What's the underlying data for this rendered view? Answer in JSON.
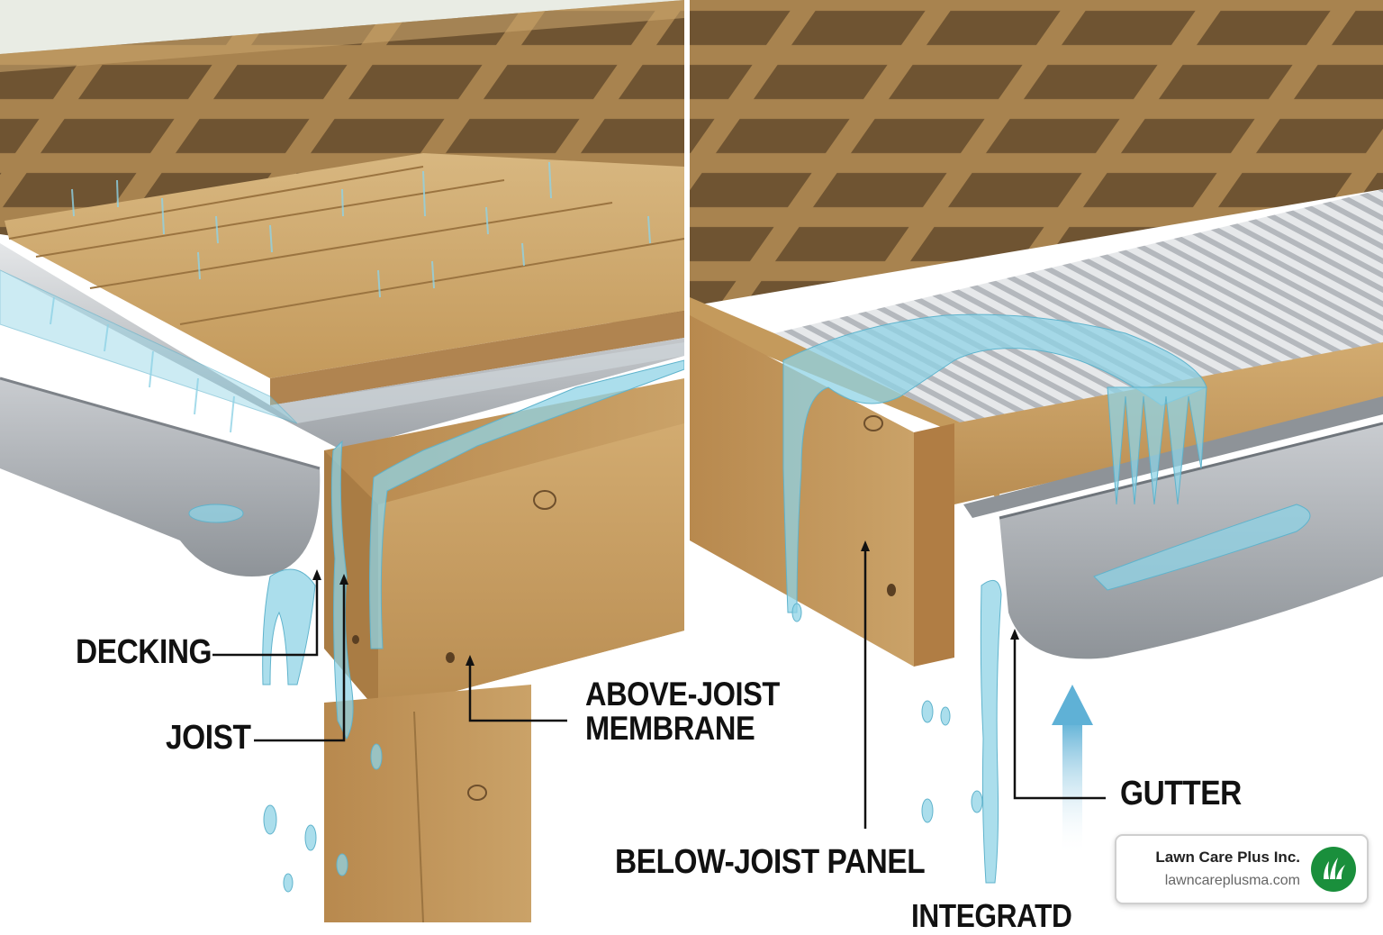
{
  "labels": {
    "decking": "DECKING",
    "joist": "JOIST",
    "above_joist_membrane_line1": "ABOVE-JOIST",
    "above_joist_membrane_line2": "MEMBRANE",
    "below_joist_panel": "BELOW-JOIST PANEL",
    "gutter": "GUTTER",
    "integrated": "INTEGRATD"
  },
  "brand": {
    "name": "Lawn Care Plus Inc.",
    "url": "lawncareplusma.com",
    "logo_icon": "grass-leaf-icon",
    "logo_color": "#1a8f3c"
  },
  "colors": {
    "wood": "#c9a56a",
    "wood_dark": "#a98148",
    "membrane": "#b9bcc0",
    "gutter": "#a9adb2",
    "water": "#8fd3e6",
    "arrow": "#6fb8d8"
  }
}
